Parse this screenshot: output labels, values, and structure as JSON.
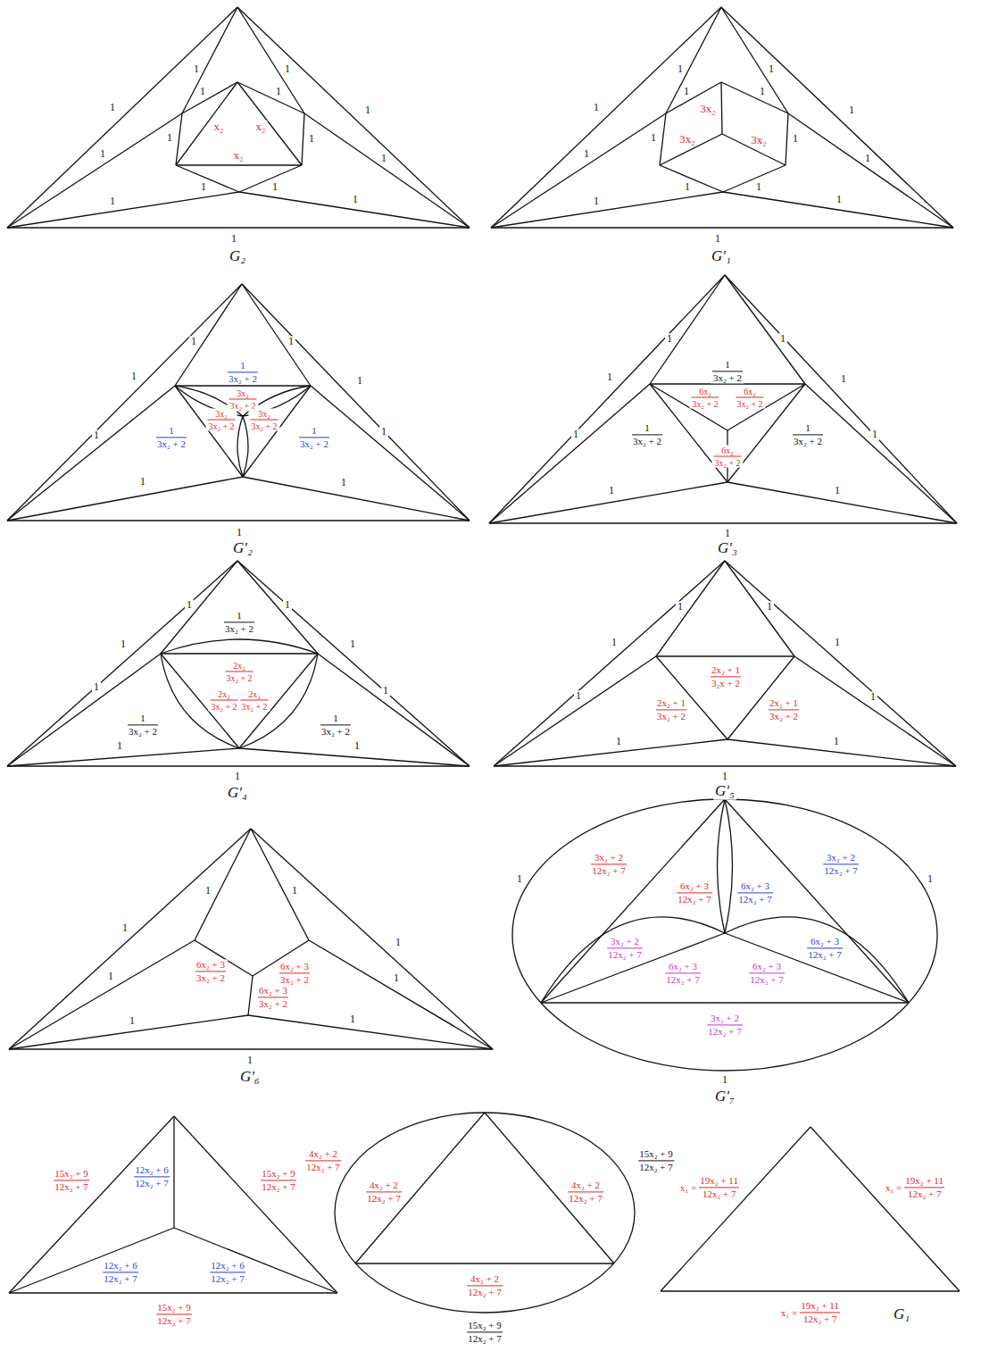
{
  "diagram": {
    "labels": [
      "1",
      "1",
      "1",
      "1",
      "1",
      "1",
      "x₂",
      "x₂",
      "1",
      "1",
      "1",
      "x₂",
      "1",
      "1",
      "1",
      "1",
      "1",
      "1",
      "G₂",
      "1",
      "1",
      "1",
      "1",
      "1",
      "3x₂",
      "1",
      "1",
      "3x₂",
      "1",
      "3x₂",
      "1",
      "1",
      "1",
      "1",
      "1",
      "1",
      "1",
      "G′₁",
      "1",
      "1",
      "1",
      "3x₂ + 2",
      "1",
      "1",
      "3x₂",
      "3x₂ + 2",
      "3x₂",
      "3x₂ + 2",
      "3x₂",
      "3x₂ + 2",
      "1",
      "1",
      "1",
      "3x₂ + 2",
      "1",
      "3x₂ + 2",
      "1",
      "1",
      "1",
      "G′₂",
      "1",
      "1",
      "1",
      "3x₂ + 2",
      "1",
      "1",
      "6x₂",
      "3x₂ + 2",
      "6x₂",
      "3x₂ + 2",
      "1",
      "1",
      "3x₂ + 2",
      "1",
      "3x₂ + 2",
      "1",
      "6x₂",
      "3x₂ + 2",
      "1",
      "1",
      "1",
      "G′₃",
      "1",
      "1",
      "1",
      "3x₂ + 2",
      "1",
      "1",
      "2x₂",
      "3x₂ + 2",
      "1",
      "1",
      "2x₂",
      "3x₂ + 2",
      "2x₂",
      "3x₂ + 2",
      "1",
      "3x₂ + 2",
      "1",
      "3x₂ + 2",
      "1",
      "1",
      "1",
      "G′₄",
      "1",
      "1",
      "1",
      "1",
      "2x₂ + 1",
      "3₂x + 2",
      "1",
      "1",
      "2x₂ + 1",
      "3x₂ + 2",
      "2x₂ + 1",
      "3x₂ + 2",
      "1",
      "1",
      "1",
      "G′₅",
      "1",
      "1",
      "1",
      "1",
      "6x₂ + 3",
      "3x₂ + 2",
      "6x₂ + 3",
      "3x₂ + 2",
      "1",
      "1",
      "6x₂ + 3",
      "3x₂ + 2",
      "1",
      "1",
      "1",
      "G′₆",
      "1",
      "1",
      "3x₂ + 2",
      "12x₂ + 7",
      "3x₂ + 2",
      "12x₂ + 7",
      "6x₂ + 3",
      "12x₂ + 7",
      "6x₂ + 3",
      "12x₂ + 7",
      "3x₂ + 2",
      "12x₂ + 7",
      "6x₂ + 3",
      "12x₂ + 7",
      "6x₂ + 3",
      "12x₂ + 7",
      "6x₂ + 3",
      "12x₂ + 7",
      "3x₂ + 2",
      "12x₂ + 7",
      "1",
      "G′₇",
      "12x₂ + 6",
      "12x₂ + 7",
      "15x₂ + 9",
      "12x₂ + 7",
      "15x₂ + 9",
      "12x₂ + 7",
      "12x₂ + 6",
      "12x₂ + 7",
      "12x₂ + 6",
      "12x₂ + 7",
      "15x₂ + 9",
      "12x₂ + 7",
      "15x₂ + 9",
      "12x₂ + 7",
      "4x₂ + 2",
      "12x₂ + 7",
      "4x₂ + 2",
      "12x₂ + 7",
      "4x₂ + 2",
      "12x₂ + 7",
      "4x₂ + 2",
      "12x₂ + 7",
      "15x₂ + 9",
      "12x₂ + 7",
      "x₁ =",
      "19x₂ + 11",
      "12x₂ + 7",
      "x₁ =",
      "19x₂ + 11",
      "12x₂ + 7",
      "x₁ =",
      "19x₂ + 11",
      "12x₂ + 7",
      "G₁"
    ]
  }
}
